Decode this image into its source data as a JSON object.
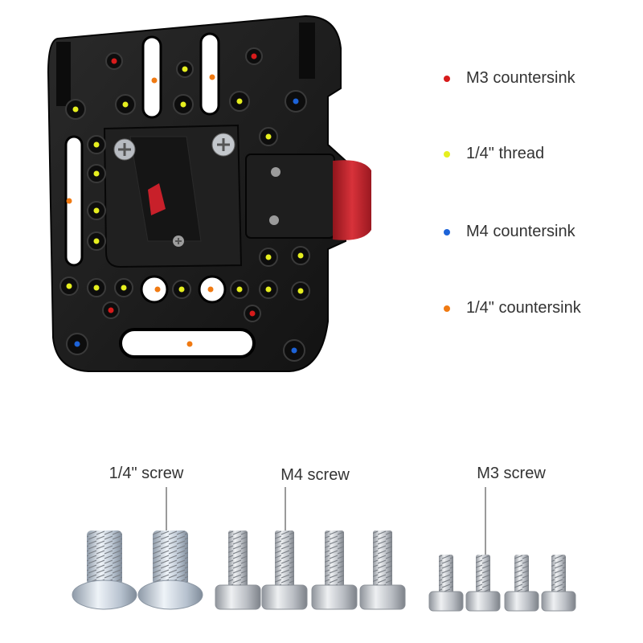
{
  "legend": [
    {
      "label": "M3 countersink",
      "color": "#d71b1b"
    },
    {
      "label": "1/4\" thread",
      "color": "#e6ef1f"
    },
    {
      "label": "M4 countersink",
      "color": "#1d63d8"
    },
    {
      "label": "1/4\" countersink",
      "color": "#f07a12"
    }
  ],
  "screw_labels": {
    "quarter": "1/4\" screw",
    "m4": "M4 screw",
    "m3": "M3 screw"
  },
  "colors": {
    "plate": "#1b1b1b",
    "clamp_accent": "#c8202a",
    "screw_metal": "#c9ccd1"
  }
}
